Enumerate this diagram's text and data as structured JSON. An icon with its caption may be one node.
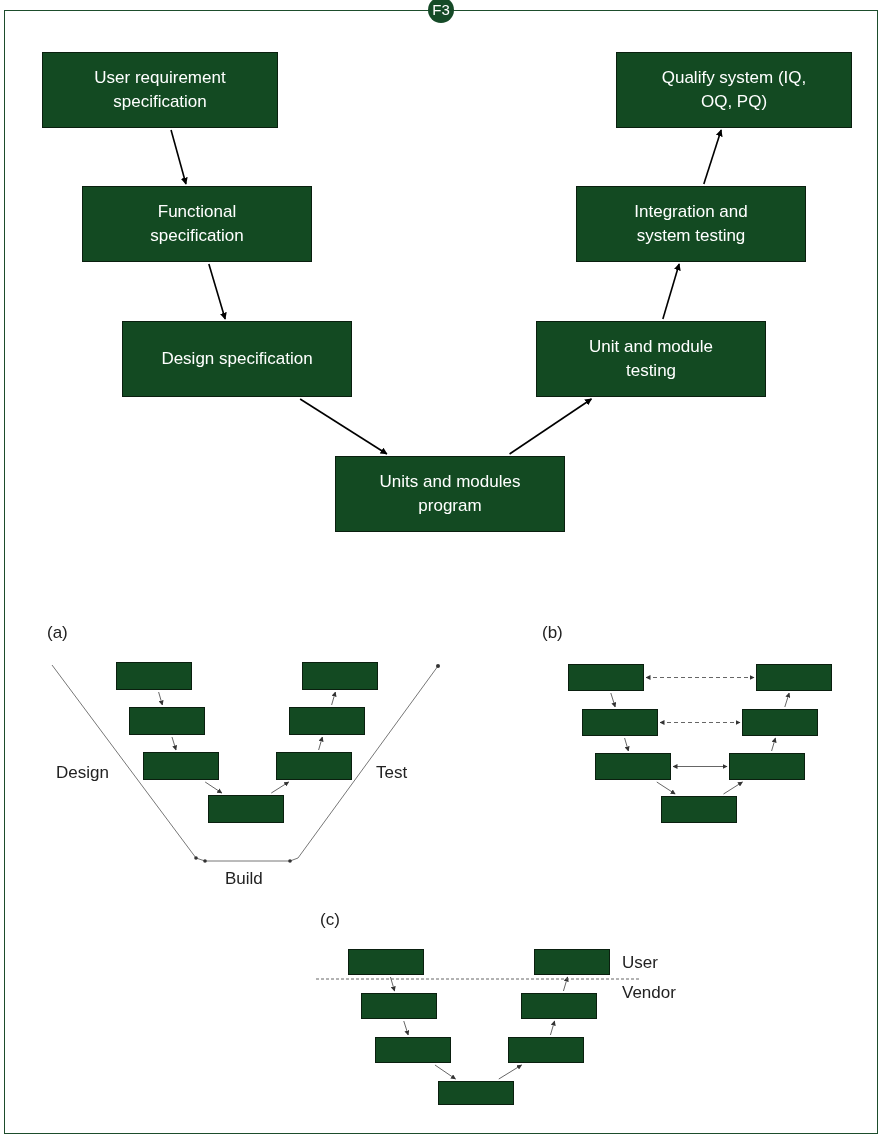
{
  "diagram": {
    "nodes": [
      {
        "text": [
          "User requirement specification"
        ]
      },
      {
        "text": [
          "Functional specification"
        ]
      },
      {
        "text": [
          "Design specification"
        ]
      },
      {
        "text": [
          "Units and modules program"
        ]
      },
      {
        "text": [
          "Unit and module testing"
        ]
      },
      {
        "text": [
          "Integration and system testing"
        ]
      },
      {
        "text": [
          "Qualify system (IQ, OQ, PQ)"
        ]
      },
      {
        "text": [
          "F3"
        ]
      },
      {
        "text": [],
        "shape": "box"
      },
      {
        "text": [],
        "shape": "box"
      },
      {
        "text": [],
        "shape": "box"
      },
      {
        "text": [],
        "shape": "box"
      },
      {
        "text": [],
        "shape": "box"
      },
      {
        "text": [],
        "shape": "box"
      },
      {
        "text": [],
        "shape": "box"
      },
      {
        "text": [],
        "shape": "box"
      },
      {
        "text": [],
        "shape": "box"
      },
      {
        "text": [],
        "shape": "box"
      },
      {
        "text": [],
        "shape": "box"
      },
      {
        "text": [],
        "shape": "box"
      },
      {
        "text": [],
        "shape": "box"
      },
      {
        "text": [],
        "shape": "box"
      },
      {
        "text": [],
        "shape": "box"
      },
      {
        "text": [],
        "shape": "box"
      },
      {
        "text": [],
        "shape": "box"
      },
      {
        "text": [],
        "shape": "box"
      },
      {
        "text": [],
        "shape": "box"
      },
      {
        "text": [],
        "shape": "box"
      },
      {
        "text": [],
        "shape": "box"
      }
    ],
    "edges": [
      {
        "from": 0,
        "to": 1,
        "arrow": "to"
      },
      {
        "from": 1,
        "to": 2,
        "arrow": "to"
      },
      {
        "from": 2,
        "to": 3,
        "arrow": "to"
      },
      {
        "from": 3,
        "to": 4,
        "arrow": "to"
      },
      {
        "from": 4,
        "to": 5,
        "arrow": "to"
      },
      {
        "from": 5,
        "to": 6,
        "arrow": "to"
      },
      {
        "from": 8,
        "to": 10,
        "arrow": "to"
      },
      {
        "from": 10,
        "to": 12,
        "arrow": "to"
      },
      {
        "from": 12,
        "to": 14,
        "arrow": "to"
      },
      {
        "from": 14,
        "to": 13,
        "arrow": "to"
      },
      {
        "from": 13,
        "to": 11,
        "arrow": "to"
      },
      {
        "from": 11,
        "to": 9,
        "arrow": "to"
      },
      {
        "from": 15,
        "to": 17,
        "arrow": "to"
      },
      {
        "from": 17,
        "to": 19,
        "arrow": "to"
      },
      {
        "from": 19,
        "to": 21,
        "arrow": "to"
      },
      {
        "from": 21,
        "to": 20,
        "arrow": "to"
      },
      {
        "from": 20,
        "to": 18,
        "arrow": "to"
      },
      {
        "from": 18,
        "to": 16,
        "arrow": "to"
      },
      {
        "from": 15,
        "to": 16,
        "arrow": "both",
        "style": "dashed"
      },
      {
        "from": 17,
        "to": 18,
        "arrow": "both",
        "style": "dashed"
      },
      {
        "from": 19,
        "to": 20,
        "arrow": "both"
      },
      {
        "from": 22,
        "to": 24,
        "arrow": "to"
      },
      {
        "from": 24,
        "to": 26,
        "arrow": "to"
      },
      {
        "from": 26,
        "to": 28,
        "arrow": "to"
      },
      {
        "from": 28,
        "to": 27,
        "arrow": "to"
      },
      {
        "from": 27,
        "to": 25,
        "arrow": "to"
      },
      {
        "from": 25,
        "to": 23,
        "arrow": "to"
      }
    ],
    "labels": [
      "(a)",
      "(b)",
      "Design",
      "Test",
      "Build",
      "(c)",
      "User",
      "Vendor"
    ]
  }
}
